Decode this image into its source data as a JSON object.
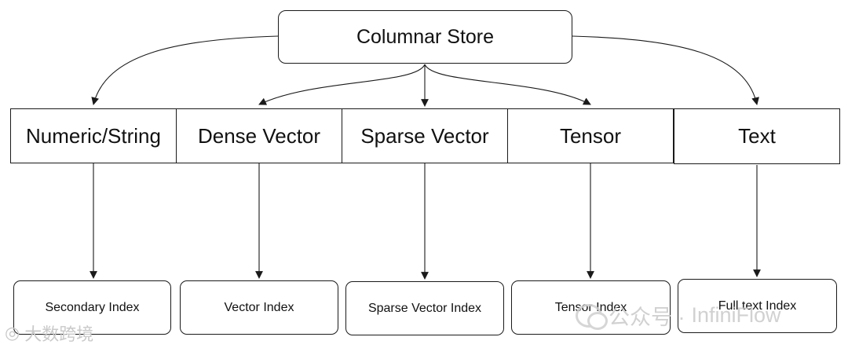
{
  "root": {
    "label": "Columnar Store"
  },
  "types": [
    {
      "label": "Numeric/String"
    },
    {
      "label": "Dense Vector"
    },
    {
      "label": "Sparse Vector"
    },
    {
      "label": "Tensor"
    },
    {
      "label": "Text"
    }
  ],
  "indexes": [
    {
      "label": "Secondary Index"
    },
    {
      "label": "Vector Index"
    },
    {
      "label": "Sparse Vector Index"
    },
    {
      "label": "Tensor Index"
    },
    {
      "label": "Full text Index"
    }
  ],
  "watermarks": {
    "left": "大数跨境",
    "right_prefix": "公众号 · ",
    "right_name": "InfiniFlow"
  }
}
